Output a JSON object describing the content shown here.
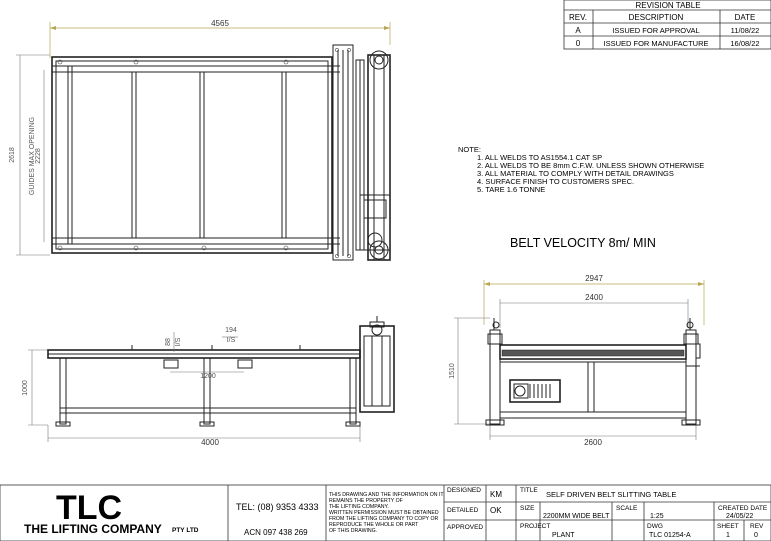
{
  "revision_table": {
    "title": "REVISION TABLE",
    "headers": [
      "REV.",
      "DESCRIPTION",
      "DATE"
    ],
    "rows": [
      {
        "rev": "A",
        "desc": "ISSUED FOR APPROVAL",
        "date": "11/08/22"
      },
      {
        "rev": "0",
        "desc": "ISSUED FOR MANUFACTURE",
        "date": "16/08/22"
      }
    ]
  },
  "notes": {
    "heading": "NOTE:",
    "items": [
      "1. ALL WELDS TO AS1554.1 CAT SP",
      "2. ALL WELDS TO BE 8mm C.F.W. UNLESS SHOWN OTHERWISE",
      "3. ALL MATERIAL TO COMPLY WITH DETAIL DRAWINGS",
      "4. SURFACE FINISH TO CUSTOMERS SPEC.",
      "5. TARE 1.6 TONNE"
    ]
  },
  "belt_velocity": "BELT VELOCITY 8m/ MIN",
  "dimensions": {
    "plan_width": "4565",
    "plan_height": "2618",
    "guides_opening": "2228",
    "guides_label": "GUIDES MAX OPENING",
    "side_length": "4000",
    "side_height": "1000",
    "inner_1200": "1200",
    "d194": "194",
    "is1": "I/S",
    "d88": "88",
    "is2": "I/S",
    "end_overall": "2947",
    "end_2400": "2400",
    "end_height": "1510",
    "end_base": "2600"
  },
  "title_block": {
    "logo": "TLC",
    "company": "THE LIFTING COMPANY",
    "pty": "PTY LTD",
    "tel": "TEL: (08) 9353 4333",
    "acn": "ACN 097 438 269",
    "disclaimer": [
      "THIS DRAWING AND THE INFORMATION ON IT",
      "REMAINS THE PROPERTY OF",
      "THE LIFTING COMPANY.",
      "WRITTEN PERMISSION MUST BE OBTAINED",
      "FROM THE LIFTING COMPANY TO COPY OR",
      "REPRODUCE THE WHOLE OR PART",
      "OF THIS DRAWING."
    ],
    "designed_label": "DESIGNED",
    "designed_value": "KM",
    "detailed_label": "DETAILED",
    "detailed_value": "OK",
    "approved_label": "APPROVED",
    "title_label": "TITLE",
    "title_value": "SELF DRIVEN BELT SLITTING TABLE",
    "size_label": "SIZE",
    "size_value": "2200MM WIDE BELT",
    "scale_label": "SCALE",
    "scale_value": "1:25",
    "created_label": "CREATED DATE",
    "created_value": "24/05/22",
    "project_label": "PROJECT",
    "project_value": "PLANT",
    "dwg_label": "DWG",
    "dwg_value": "TLC 01254-A",
    "sheet_label": "SHEET",
    "sheet_value": "1",
    "rev_label": "REV",
    "rev_value": "0"
  }
}
